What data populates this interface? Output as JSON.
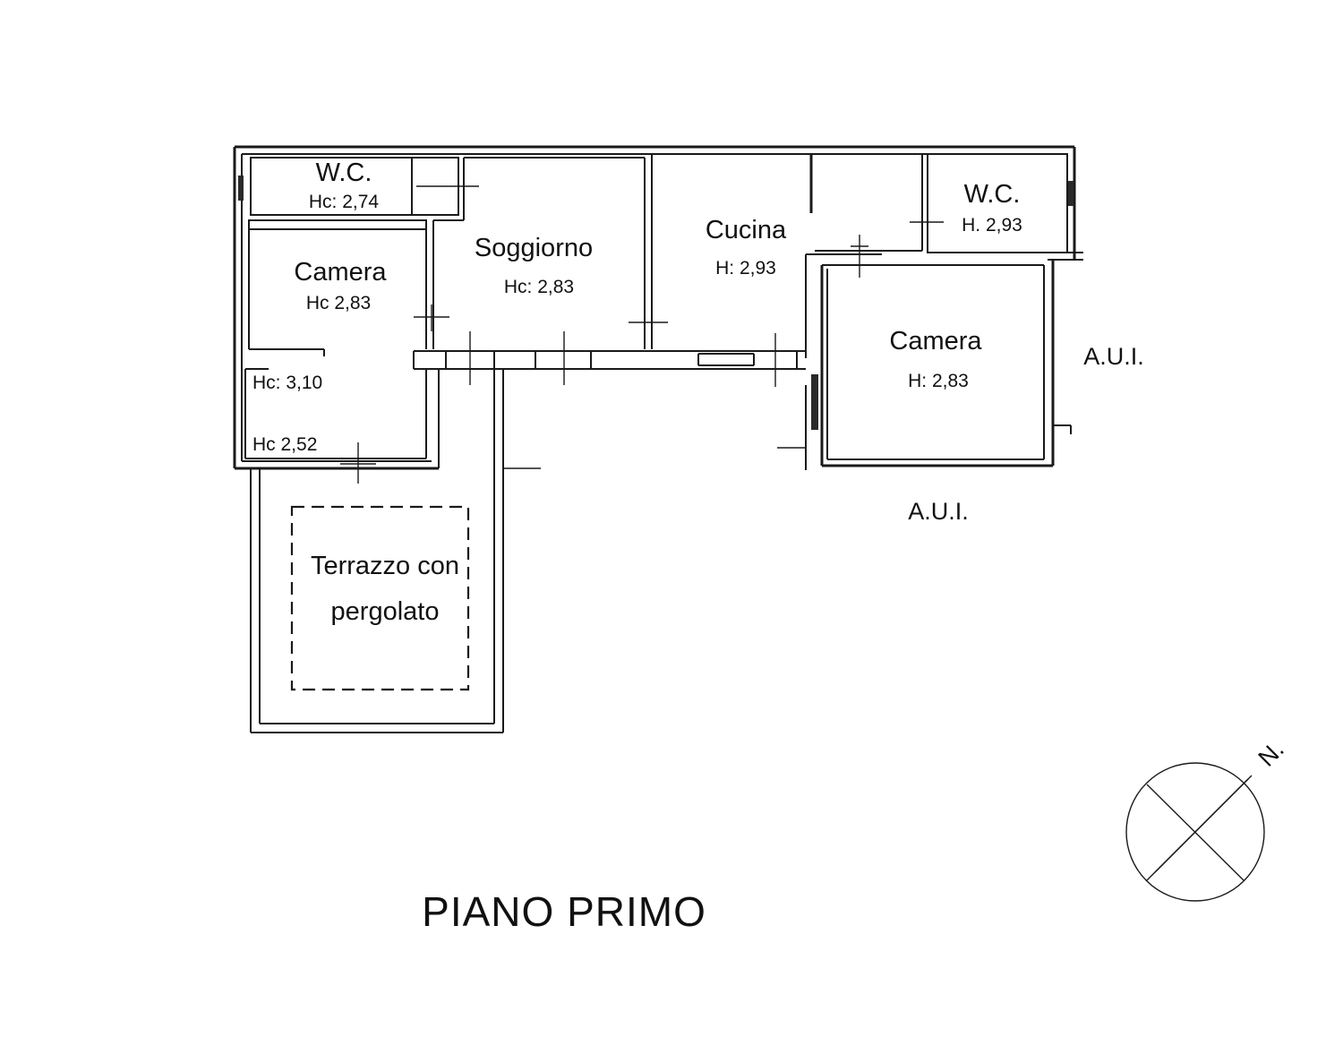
{
  "floor_title": "PIANO PRIMO",
  "rooms": {
    "wc_left": {
      "name": "W.C.",
      "height": "Hc: 2,74"
    },
    "soggiorno": {
      "name": "Soggiorno",
      "height": "Hc: 2,83"
    },
    "cucina": {
      "name": "Cucina",
      "height": "H: 2,93"
    },
    "wc_right": {
      "name": "W.C.",
      "height": "H. 2,93"
    },
    "camera_left": {
      "name": "Camera",
      "height": "Hc  2,83"
    },
    "camera_right": {
      "name": "Camera",
      "height": "H: 2,83"
    },
    "disimpegno": {
      "height_top": "Hc: 3,10",
      "height_bottom": "Hc  2,52"
    },
    "terrazzo": {
      "line1": "Terrazzo con",
      "line2": "pergolato"
    }
  },
  "neighbors": {
    "east": "A.U.I.",
    "south": "A.U.I."
  },
  "compass": {
    "label": "N."
  }
}
